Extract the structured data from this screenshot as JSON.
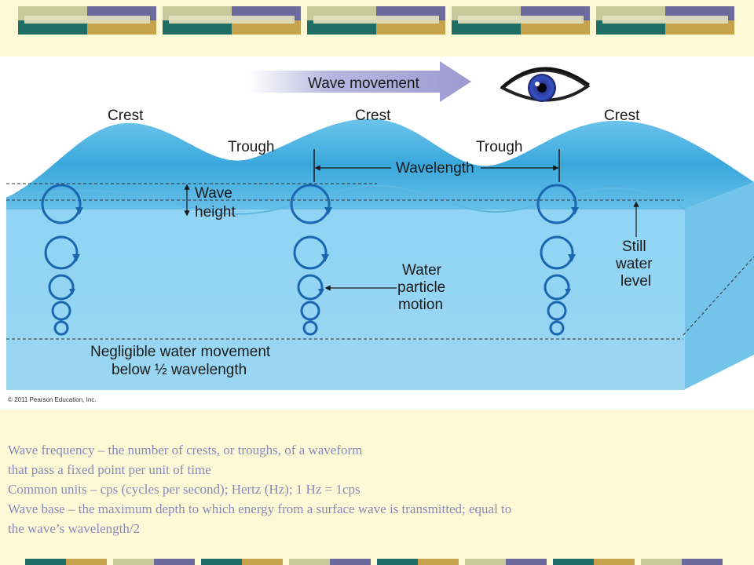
{
  "figure": {
    "banner": "Wave movement",
    "crest_labels": [
      "Crest",
      "Crest",
      "Crest"
    ],
    "trough_labels": [
      "Trough",
      "Trough"
    ],
    "wavelength_label": "Wavelength",
    "wave_height_label": [
      "Wave",
      "height"
    ],
    "still_water_label": [
      "Still",
      "water",
      "level"
    ],
    "particle_motion_label": [
      "Water",
      "particle",
      "motion"
    ],
    "negligible_label_line1": "Negligible water movement",
    "negligible_label_line2_pre": "below ",
    "negligible_label_fraction": "½",
    "negligible_label_line2_post": " wavelength",
    "copyright": "© 2011 Pearson Education, Inc.",
    "colors": {
      "water_top": "#4fb3e2",
      "water_side": "#8fd2f2",
      "water_right": "#72c0e8",
      "orbit": "#1a66b0",
      "arrow_banner": "#a9a7d8"
    }
  },
  "caption": {
    "lines": [
      "Wave frequency – the number of crests, or troughs, of a waveform",
      "that pass a fixed point per unit of time",
      "Common units – cps (cycles per second); Hertz (Hz); 1 Hz = 1cps",
      "Wave base – the maximum depth to which energy from a surface wave is transmitted; equal to",
      "the wave’s wavelength/2"
    ]
  },
  "decor": {
    "tile_colors": [
      "#c8c99a",
      "#6a6a9c",
      "#1e6e66",
      "#c6a24c"
    ]
  }
}
